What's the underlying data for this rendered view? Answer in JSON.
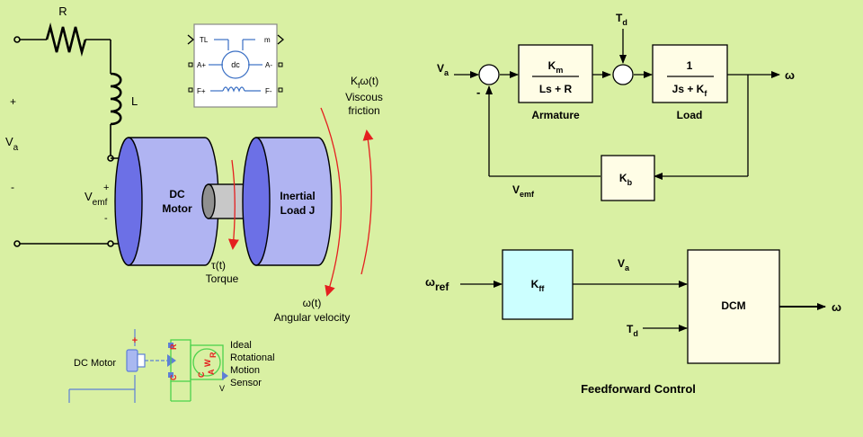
{
  "circuit": {
    "resistor_label": "R",
    "inductor_label": "L",
    "plus_sign": "+",
    "minus_sign": "-",
    "va_main": "V",
    "va_sub": "a",
    "vemf_main": "V",
    "vemf_sub": "emf",
    "vemf_plus": "+",
    "vemf_minus": "-"
  },
  "motor": {
    "motor_label_1": "DC",
    "motor_label_2": "Motor",
    "load_label_1": "Inertial",
    "load_label_2": "Load J",
    "torque_symbol": "τ(t)",
    "torque_label": "Torque",
    "omega_symbol": "ω(t)",
    "omega_label": "Angular velocity",
    "friction_symbol_k": "K",
    "friction_symbol_sub": "f",
    "friction_symbol_rest": "ω(t)",
    "friction_label_1": "Viscous",
    "friction_label_2": "friction"
  },
  "block_icon": {
    "port_tl": "TL",
    "port_m": "m",
    "port_aplus": "A+",
    "port_aminus": "A-",
    "port_fplus": "F+",
    "port_fminus": "F-",
    "center": "dc"
  },
  "physical_model": {
    "dc_motor_label": "DC Motor",
    "sensor_label_1": "Ideal",
    "sensor_label_2": "Rotational",
    "sensor_label_3": "Motion",
    "sensor_label_4": "Sensor",
    "port_c": "C",
    "port_r": "R",
    "port_w": "W",
    "port_a": "A",
    "port_v": "V",
    "plus": "+"
  },
  "block_diagram": {
    "input_main": "V",
    "input_sub": "a",
    "disturbance_main": "T",
    "disturbance_sub": "d",
    "minus_sign": "-",
    "armature_num_main": "K",
    "armature_num_sub": "m",
    "armature_den": "Ls + R",
    "armature_label": "Armature",
    "load_num": "1",
    "load_den_main": "Js + K",
    "load_den_sub": "f",
    "load_label": "Load",
    "output": "ω",
    "feedback_main": "K",
    "feedback_sub": "b",
    "vemf_main": "V",
    "vemf_sub": "emf"
  },
  "feedforward": {
    "ref_main": "ω",
    "ref_sub": "ref",
    "kff_main": "K",
    "kff_sub": "ff",
    "va_main": "V",
    "va_sub": "a",
    "td_main": "T",
    "td_sub": "d",
    "dcm_label": "DCM",
    "output": "ω",
    "caption": "Feedforward Control"
  },
  "colors": {
    "background": "#d9f0a3",
    "cylinder": "#b0b4f2",
    "cylinder_edge": "#6c70e6",
    "block_fill": "#fffde6",
    "kff_fill": "#ccffff",
    "arrow_red": "#e41f1f",
    "sensor_green": "#4cd24c",
    "port_blue": "#5d7fd6"
  }
}
